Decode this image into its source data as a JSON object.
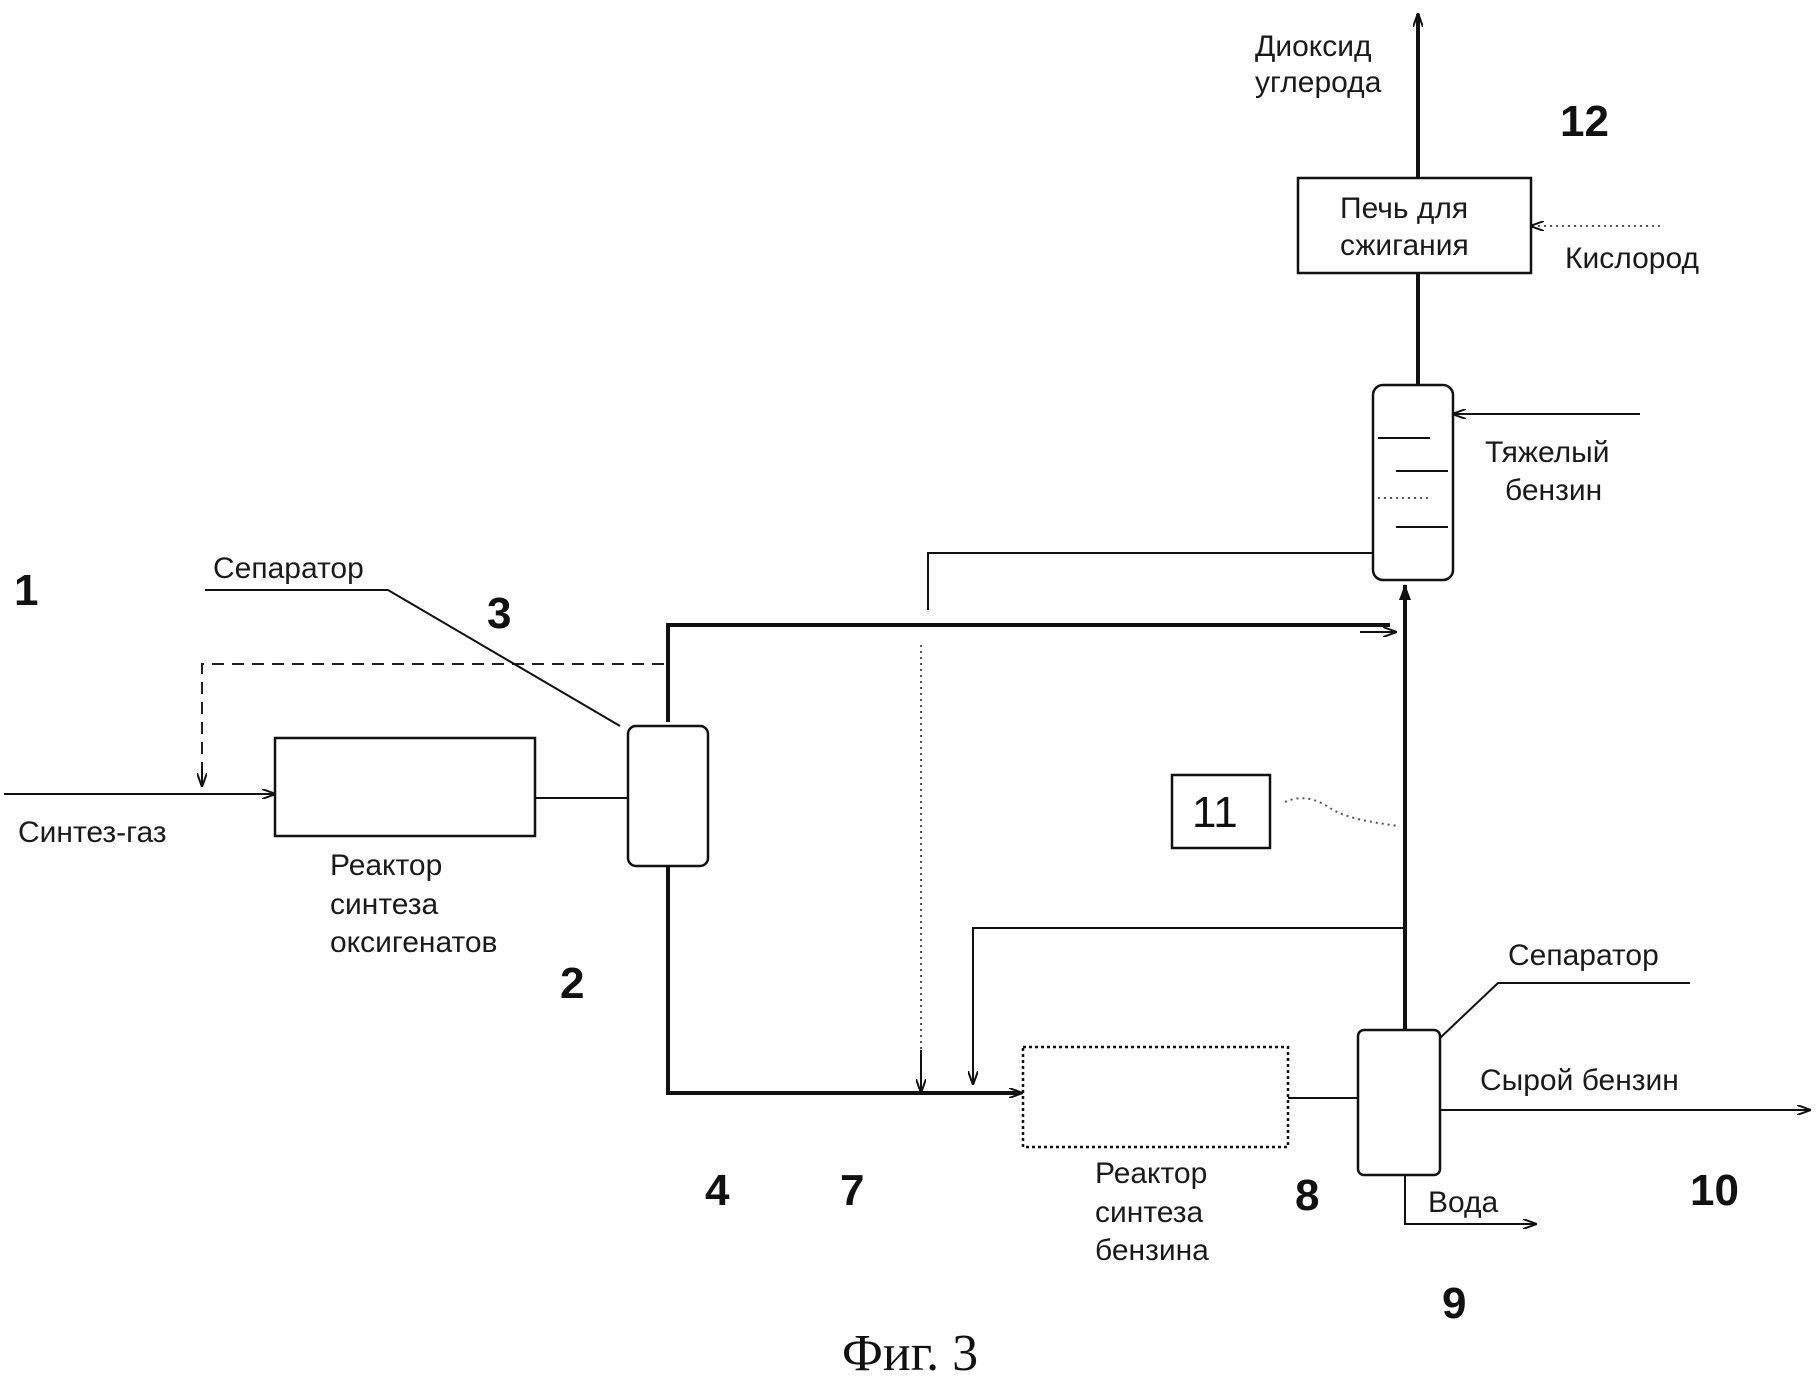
{
  "labels": {
    "co2": [
      "Диоксид",
      "углерода"
    ],
    "furnace": [
      "Печь для",
      "сжигания"
    ],
    "oxygen": "Кислород",
    "heavy_gasoline": [
      "Тяжелый",
      "бензин"
    ],
    "separator_top": "Сепаратор",
    "syngas": "Синтез-газ",
    "oxygenate_reactor": [
      "Реактор",
      "синтеза",
      "оксигенатов"
    ],
    "separator_bottom": "Сепаратор",
    "raw_gasoline": "Сырой бензин",
    "gasoline_reactor": [
      "Реактор",
      "синтеза",
      "бензина"
    ],
    "water": "Вода"
  },
  "numbers": {
    "n1": "1",
    "n2": "2",
    "n3": "3",
    "n4": "4",
    "n7": "7",
    "n8": "8",
    "n9": "9",
    "n10": "10",
    "n11": "11",
    "n12": "12"
  },
  "caption": "Фиг. 3",
  "colors": {
    "ink": "#111111",
    "background": "#ffffff"
  }
}
